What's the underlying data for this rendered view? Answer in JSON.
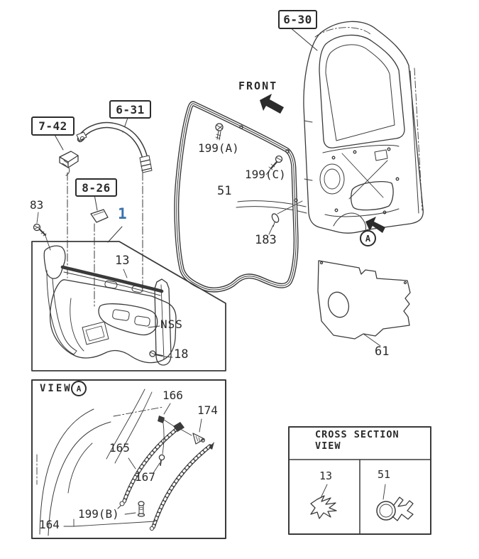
{
  "colors": {
    "line": "#3a3a3a",
    "highlight_blue": "#3a72ad"
  },
  "reference_boxes": {
    "door_frame": "6-30",
    "grab_handle": "6-31",
    "clip": "7-42",
    "trim_piece": "8-26"
  },
  "annotations": {
    "front": "FRONT",
    "nss": "NSS",
    "highlighted_part": "1"
  },
  "part_callouts": {
    "c13": "13",
    "c18": "18",
    "c51": "51",
    "c61": "61",
    "c83": "83",
    "c164": "164",
    "c165": "165",
    "c166": "166",
    "c167": "167",
    "c174": "174",
    "c183": "183",
    "c199a": "199(A)",
    "c199b": "199(B)",
    "c199c": "199(C)"
  },
  "view_detail": {
    "title": "VIEW",
    "marker": "A"
  },
  "door_view_marker": "A",
  "cross_section": {
    "title_line1": "CROSS SECTION",
    "title_line2": "VIEW",
    "item_13": "13",
    "item_51": "51"
  }
}
